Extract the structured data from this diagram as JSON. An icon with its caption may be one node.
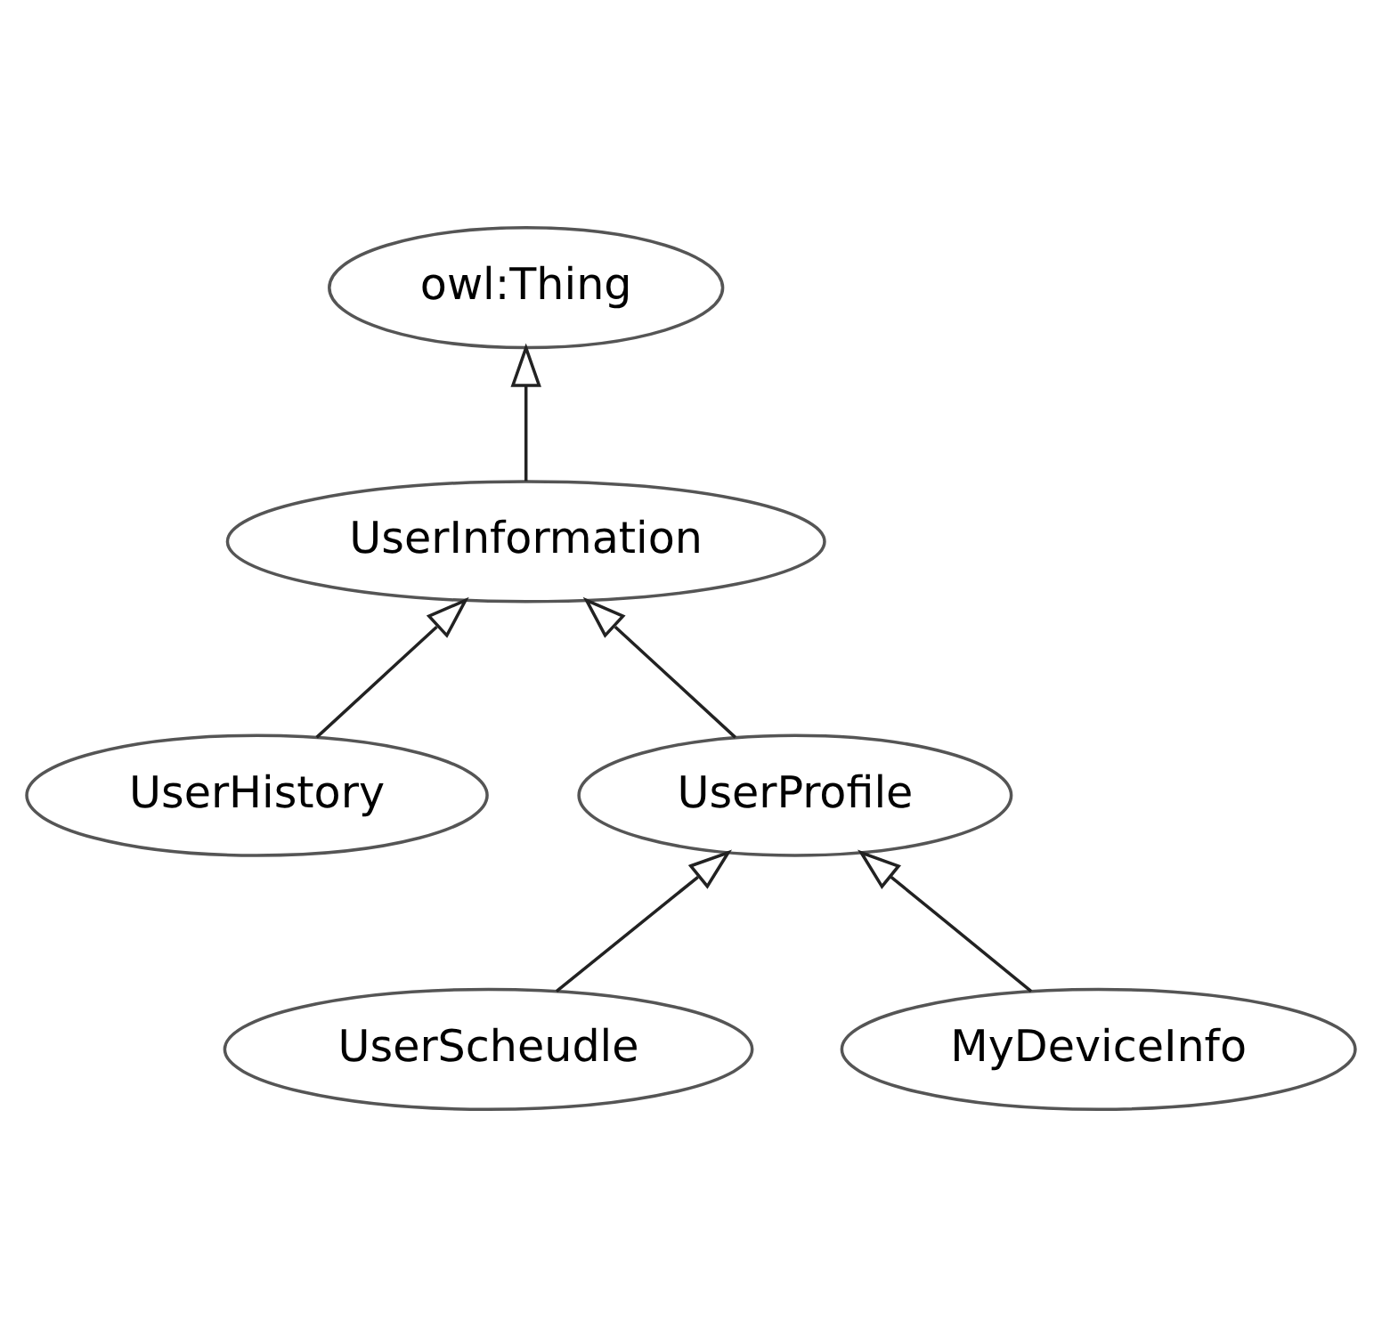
{
  "diagram": {
    "nodes": [
      {
        "text": [
          "owl:Thing"
        ]
      },
      {
        "text": [
          "UserInformation"
        ]
      },
      {
        "text": [
          "UserHistory"
        ]
      },
      {
        "text": [
          "UserProfile"
        ]
      },
      {
        "text": [
          "UserScheudle"
        ]
      },
      {
        "text": [
          "MyDeviceInfo"
        ]
      }
    ],
    "edges": [
      {
        "from": 1,
        "to": 0,
        "arrow": "to"
      },
      {
        "from": 2,
        "to": 1,
        "arrow": "to"
      },
      {
        "from": 3,
        "to": 1,
        "arrow": "to"
      },
      {
        "from": 4,
        "to": 3,
        "arrow": "to"
      },
      {
        "from": 5,
        "to": 3,
        "arrow": "to"
      }
    ]
  }
}
